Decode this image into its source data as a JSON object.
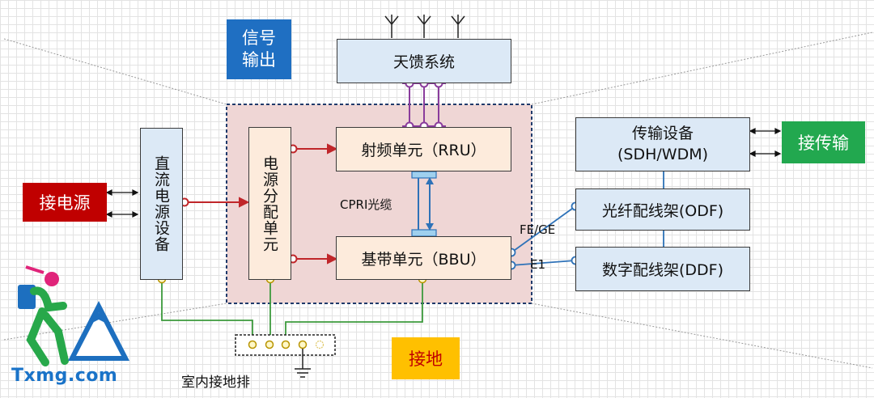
{
  "colors": {
    "signal_tag": "#1f6fc2",
    "power_tag": "#c00000",
    "transport_tag": "#22a84f",
    "ground_tag": "#ffc000",
    "red_link": "#c0262a",
    "blue_link": "#2e72b8",
    "green_link": "#3c9a3c",
    "purple_link": "#8a3c9c",
    "logo_text": "#1a73c8"
  },
  "tags": {
    "signal_output": "信号\n输出",
    "power_input": "接电源",
    "transport": "接传输",
    "ground": "接地"
  },
  "blocks": {
    "antenna": "天馈系统",
    "rru": "射频单元（RRU）",
    "bbu": "基带单元（BBU）",
    "dc_power": "直流电源设备",
    "power_dist": "电源分配单元",
    "transmission": "传输设备\n(SDH/WDM)",
    "odf": "光纤配线架(ODF)",
    "ddf": "数字配线架(DDF)",
    "ground_bar": "室内接地排"
  },
  "link_labels": {
    "cpri": "CPRI光缆",
    "fege": "FE/GE",
    "e1": "E1"
  },
  "logo": {
    "text": "Txmg.com"
  },
  "icons": [
    "antenna-icon",
    "ground-symbol-icon",
    "hiker-logo-icon",
    "mountain-logo-icon"
  ]
}
